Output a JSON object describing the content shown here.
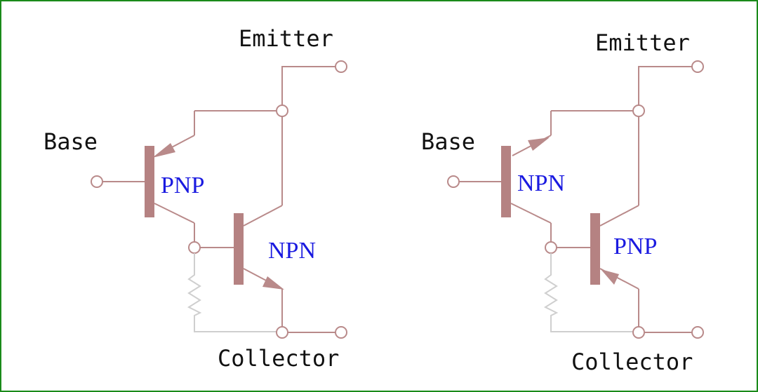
{
  "circuits": [
    {
      "emitter_label": "Emitter",
      "base_label": "Base",
      "collector_label": "Collector",
      "transistor1_type": "PNP",
      "transistor2_type": "NPN"
    },
    {
      "emitter_label": "Emitter",
      "base_label": "Base",
      "collector_label": "Collector",
      "transistor1_type": "NPN",
      "transistor2_type": "PNP"
    }
  ],
  "colors": {
    "border": "#1a8a1a",
    "wire": "#b98a8a",
    "transistor_label": "#1a1ae0",
    "terminal_label": "#111111",
    "resistor": "#cfcfcf"
  }
}
